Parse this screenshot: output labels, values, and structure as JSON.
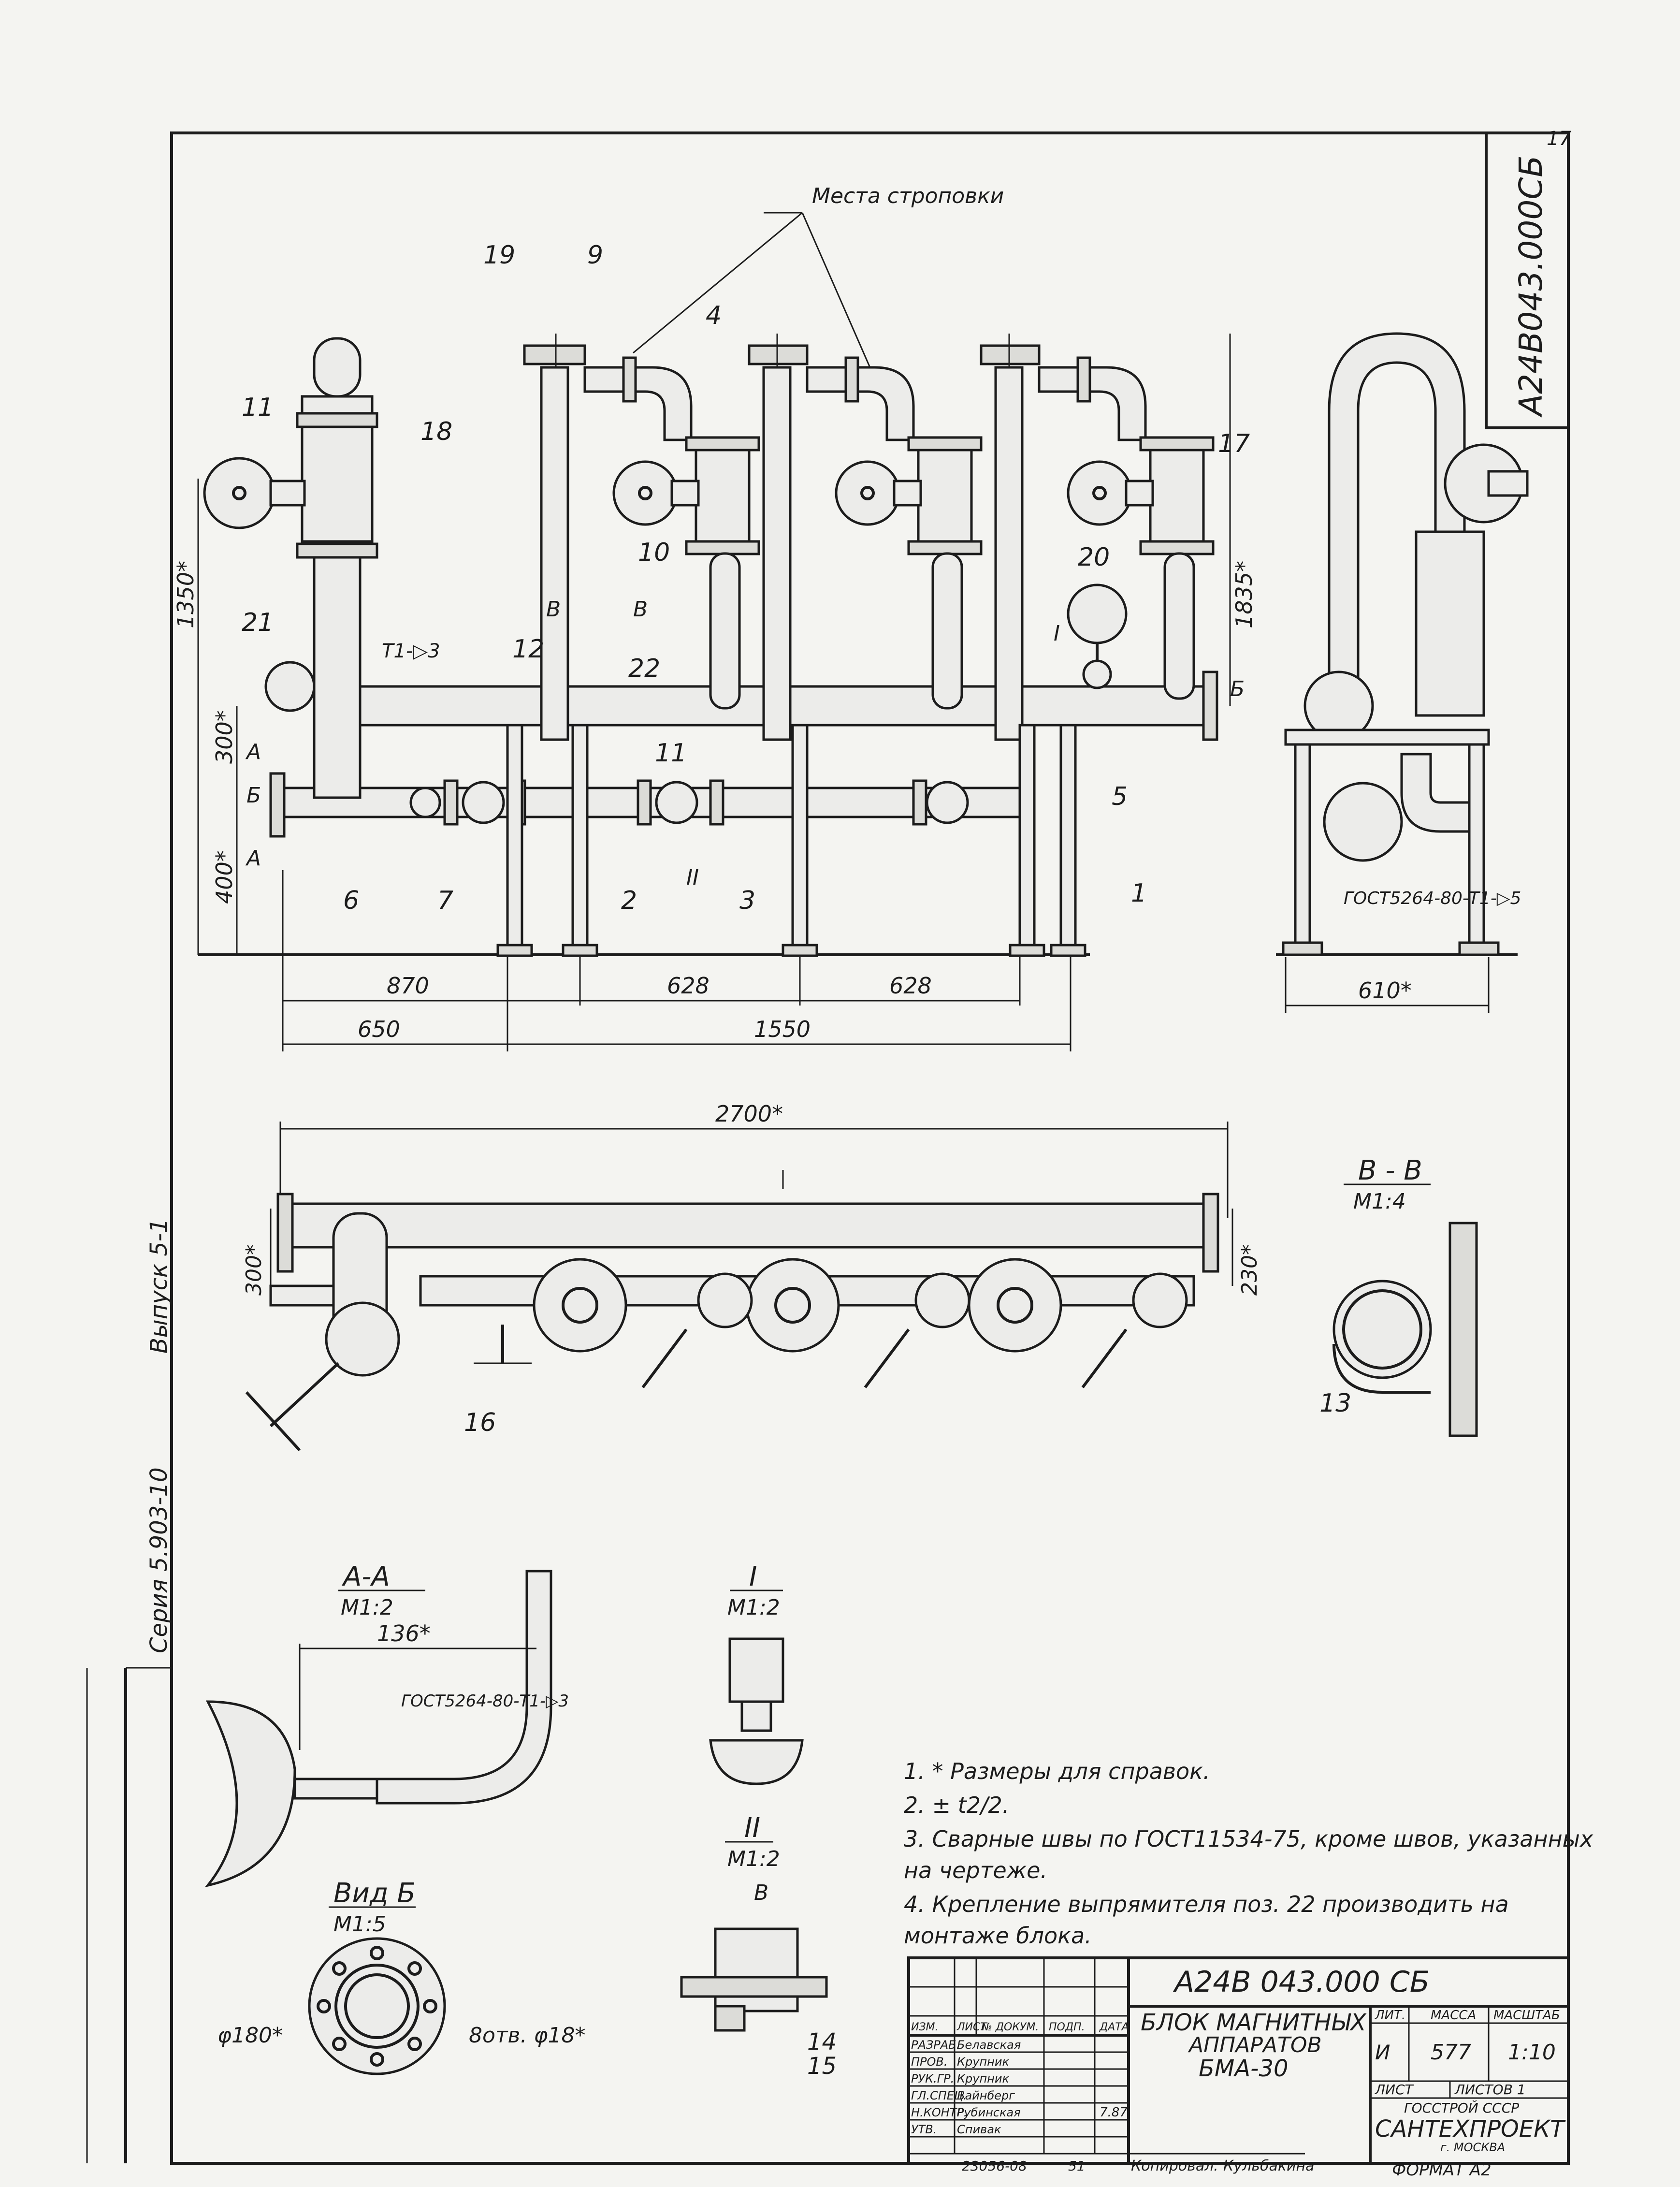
{
  "title_block": {
    "designation": "А24В 043.000 СБ",
    "name_line1": "БЛОК МАГНИТНЫХ",
    "name_line2": "АППАРАТОВ",
    "name_line3": "БМА-30",
    "lit_header": "ЛИТ.",
    "mass_header": "МАССА",
    "scale_header": "МАСШТАБ",
    "lit_value": "И",
    "mass_value": "577",
    "scale_value": "1:10",
    "sheet_label": "ЛИСТ",
    "sheets_label": "ЛИСТОВ 1",
    "org1": "ГОССТРОЙ СССР",
    "org2": "САНТЕХПРОЕКТ",
    "org3": "г. МОСКВА",
    "format": "ФОРМАТ А2",
    "inv_number": "23056-08",
    "sheet_num": "51",
    "copied_by": "Копировал: Кульбакина",
    "cols": [
      "ИЗМ.",
      "ЛИСТ",
      "№ ДОКУМ.",
      "ПОДП.",
      "ДАТА"
    ],
    "rows": [
      {
        "role": "РАЗРАБ.",
        "name": "Белавская"
      },
      {
        "role": "ПРОВ.",
        "name": "Крупник"
      },
      {
        "role": "РУК.ГР.",
        "name": "Крупник"
      },
      {
        "role": "ГЛ.СПЕЦ.",
        "name": "Вайнберг"
      },
      {
        "role": "Н.КОНТР.",
        "name": "Рубинская"
      },
      {
        "role": "УТВ.",
        "name": "Спивак"
      }
    ],
    "date_mark": "7.87"
  },
  "vertical_stamp": "А24В043.000СБ",
  "side_texts": {
    "series": "Серия 5.903-10",
    "issue": "Выпуск 5-1"
  },
  "page_corner": "17",
  "main_view": {
    "callout_sling": "Места строповки",
    "positions": [
      "19",
      "9",
      "4",
      "11",
      "18",
      "17",
      "10",
      "20",
      "21",
      "12",
      "22",
      "11",
      "5",
      "6",
      "7",
      "2",
      "3",
      "1"
    ],
    "weld_mark": "Т1-▷3",
    "section_marks": [
      "В",
      "В",
      "А",
      "А",
      "Б",
      "Б",
      "I",
      "II"
    ],
    "dims": {
      "h_total": "1350*",
      "h_300": "300*",
      "h_400": "400*",
      "h_right": "1835*",
      "d_870": "870",
      "d_628a": "628",
      "d_628b": "628",
      "d_650": "650",
      "d_1550": "1550"
    }
  },
  "side_view": {
    "dim_610": "610*",
    "gost_note": "ГОСТ5264-80-Т1-▷5"
  },
  "plan_view": {
    "dim_2700": "2700*",
    "dim_300": "300*",
    "dim_230": "230*",
    "pos_16": "16"
  },
  "section_BB": {
    "title": "В - В",
    "scale": "М1:4",
    "pos_13": "13"
  },
  "section_AA": {
    "title": "А-А",
    "scale": "М1:2",
    "dim_136": "136*",
    "gost": "ГОСТ5264-80-Т1-▷3"
  },
  "detail_I": {
    "title": "I",
    "scale": "М1:2"
  },
  "detail_II": {
    "title": "II",
    "scale": "М1:2",
    "mark_B": "В",
    "pos_14": "14",
    "pos_15": "15"
  },
  "view_B": {
    "title": "Вид Б",
    "scale": "М1:5",
    "dim_d": "φ180*",
    "holes": "8отв. φ18*"
  },
  "notes": [
    "1. * Размеры для справок.",
    "2. ± t2/2.",
    "3. Сварные швы по ГОСТ11534-75, кроме швов, указанных",
    "на чертеже.",
    "4. Крепление выпрямителя поз. 22 производить на",
    "монтаже блока."
  ]
}
